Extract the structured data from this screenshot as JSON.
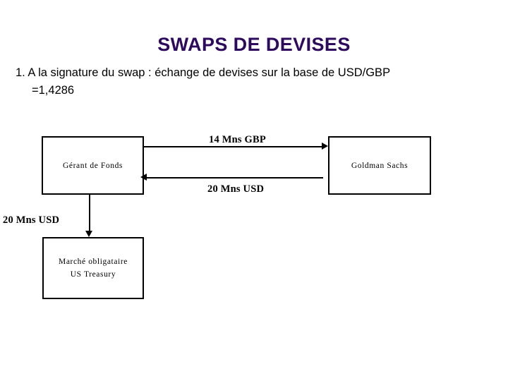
{
  "slide": {
    "title": "SWAPS DE DEVISES",
    "title_color": "#2d0a5e",
    "background_color": "#ffffff",
    "body_text_color": "#000000",
    "bullet": {
      "line_1": "1. A la signature du swap : échange de devises sur la base de USD/GBP",
      "line_2": "=1,4286"
    }
  },
  "diagram": {
    "type": "flow-diagram",
    "nodes": [
      {
        "id": "gerant",
        "label": "Gérant de Fonds"
      },
      {
        "id": "goldman",
        "label": "Goldman Sachs"
      },
      {
        "id": "marche",
        "label_line_1": "Marché obligataire",
        "label_line_2": "US Treasury"
      }
    ],
    "flows": [
      {
        "id": "gbp-out",
        "label": "14 Mns GBP",
        "from": "gerant",
        "to": "goldman",
        "direction": "right"
      },
      {
        "id": "usd-in",
        "label": "20 Mns USD",
        "from": "goldman",
        "to": "gerant",
        "direction": "left"
      },
      {
        "id": "usd-down",
        "label": "20 Mns USD",
        "from": "gerant",
        "to": "marche",
        "direction": "down"
      }
    ]
  }
}
